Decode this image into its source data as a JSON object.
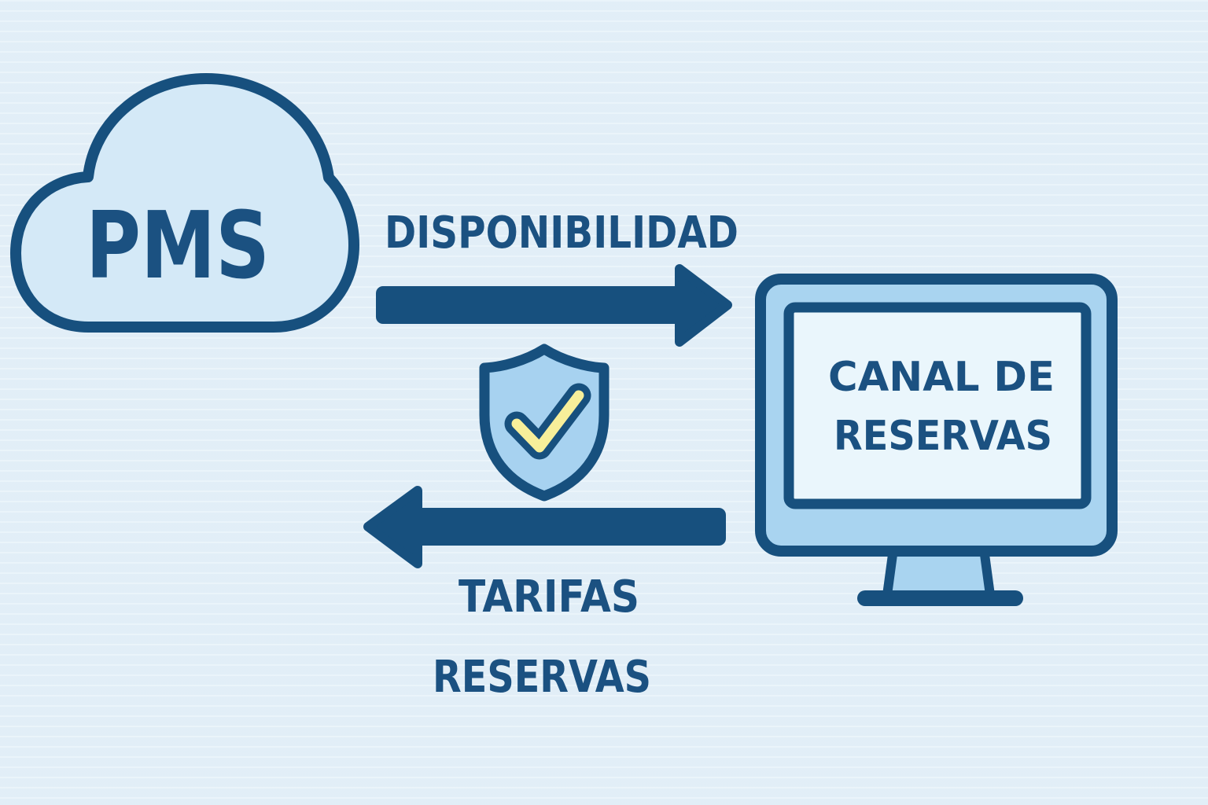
{
  "colors": {
    "bg": "#e5f1f9",
    "navy": "#17507e",
    "navyText": "#1b5181",
    "cloudFill": "#d4e9f7",
    "shieldFill": "#a7d2f0",
    "bezelFill": "#a9d4f0",
    "screenFill": "#eaf6fc",
    "checkYellow": "#f7ef9a"
  },
  "cloud": {
    "label": "PMS"
  },
  "flow_top": {
    "label": "DISPONIBILIDAD",
    "direction": "left-to-right"
  },
  "flow_bottom": {
    "label_line1": "TARIFAS",
    "label_line2": "RESERVAS",
    "direction": "right-to-left"
  },
  "monitor": {
    "screen_line1": "CANAL DE",
    "screen_line2": "RESERVAS"
  },
  "icons": {
    "center_badge": "shield-check-icon"
  }
}
